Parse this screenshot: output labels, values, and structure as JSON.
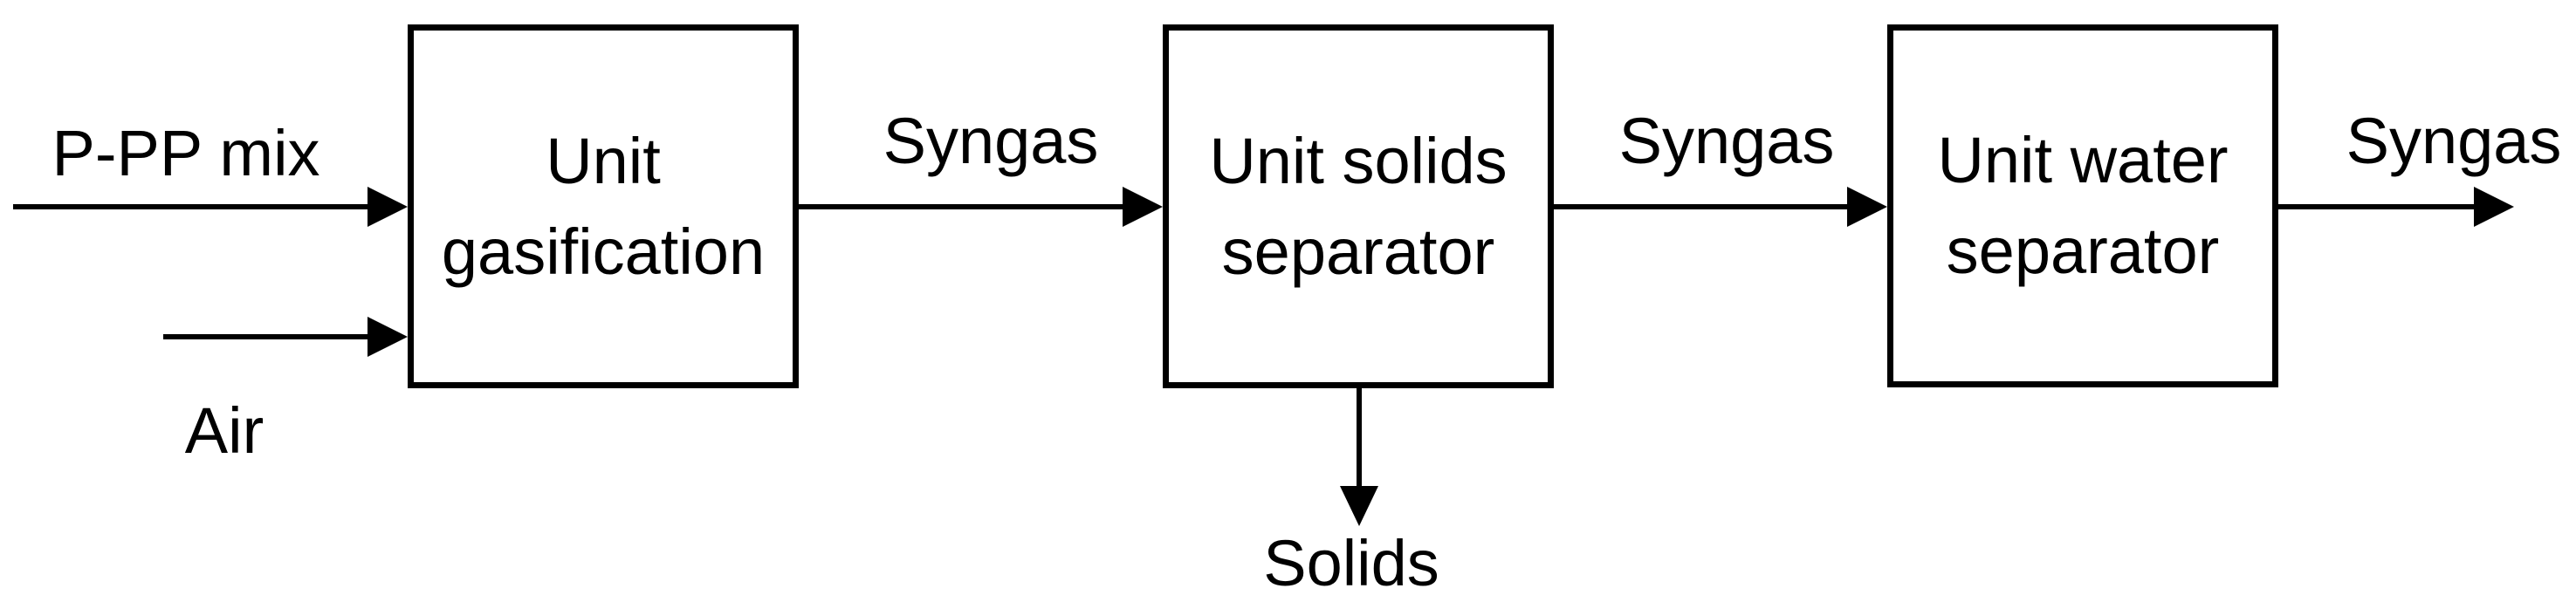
{
  "diagram": {
    "type": "process-flow-block-diagram",
    "background_color": "#ffffff",
    "stroke_color": "#000000",
    "boxes": [
      {
        "id": "unit-gasification",
        "line1": "Unit",
        "line2": "gasification"
      },
      {
        "id": "unit-solids-separator",
        "line1": "Unit solids",
        "line2": "separator"
      },
      {
        "id": "unit-water-separator",
        "line1": "Unit water",
        "line2": "separator"
      }
    ],
    "streams": [
      {
        "id": "feed-ppp-mix",
        "label": "P-PP mix",
        "direction": "right",
        "to": "unit-gasification"
      },
      {
        "id": "feed-air",
        "label": "Air",
        "direction": "right",
        "to": "unit-gasification"
      },
      {
        "id": "syngas-1",
        "label": "Syngas",
        "direction": "right",
        "from": "unit-gasification",
        "to": "unit-solids-separator"
      },
      {
        "id": "syngas-2",
        "label": "Syngas",
        "direction": "right",
        "from": "unit-solids-separator",
        "to": "unit-water-separator"
      },
      {
        "id": "syngas-out",
        "label": "Syngas",
        "direction": "right",
        "from": "unit-water-separator"
      },
      {
        "id": "solids-out",
        "label": "Solids",
        "direction": "down",
        "from": "unit-solids-separator"
      }
    ]
  }
}
